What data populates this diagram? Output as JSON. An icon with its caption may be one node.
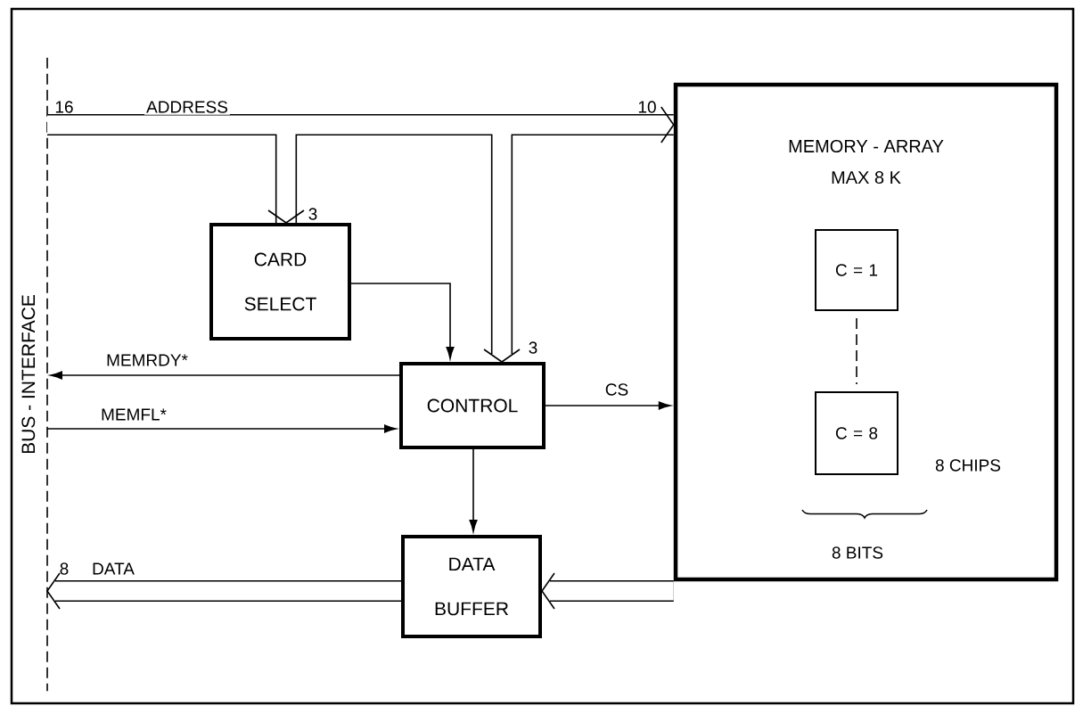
{
  "diagram": {
    "nodes": [
      {
        "text": [
          "BUS - INTERFACE"
        ]
      },
      {
        "text": [
          "MEMORY - ARRAY",
          "MAX 8 K"
        ]
      },
      {
        "text": [
          "C = 1"
        ],
        "in": 1
      },
      {
        "text": [
          "C = 8"
        ],
        "in": 1
      },
      {
        "text": [
          "CARD SELECT"
        ]
      },
      {
        "text": [
          "CONTROL"
        ]
      },
      {
        "text": [
          "DATA BUFFER"
        ]
      }
    ],
    "edges": [
      {
        "from": 0,
        "to": 1,
        "arrow": "to",
        "label": "ADDRESS",
        "style": "thick"
      },
      {
        "from": 0,
        "to": 4,
        "arrow": "to",
        "style": "thick"
      },
      {
        "from": 0,
        "to": 5,
        "arrow": "to",
        "style": "thick"
      },
      {
        "from": 4,
        "to": 5,
        "arrow": "to"
      },
      {
        "from": 5,
        "to": 0,
        "arrow": "to",
        "label": "MEMRDY*"
      },
      {
        "from": 0,
        "to": 5,
        "arrow": "to",
        "label": "MEMFL*"
      },
      {
        "from": 5,
        "to": 1,
        "arrow": "to",
        "label": "CS"
      },
      {
        "from": 5,
        "to": 6,
        "arrow": "to"
      },
      {
        "from": 1,
        "to": 6,
        "arrow": "to",
        "style": "thick"
      },
      {
        "from": 6,
        "to": 0,
        "arrow": "to",
        "label": "DATA",
        "style": "thick"
      },
      {
        "from": 2,
        "to": 3,
        "arrow": "none",
        "style": "dashed"
      }
    ],
    "labels": [
      "16",
      "10",
      "3",
      "3",
      "8 CHIPS",
      "8 BITS",
      "8"
    ]
  }
}
